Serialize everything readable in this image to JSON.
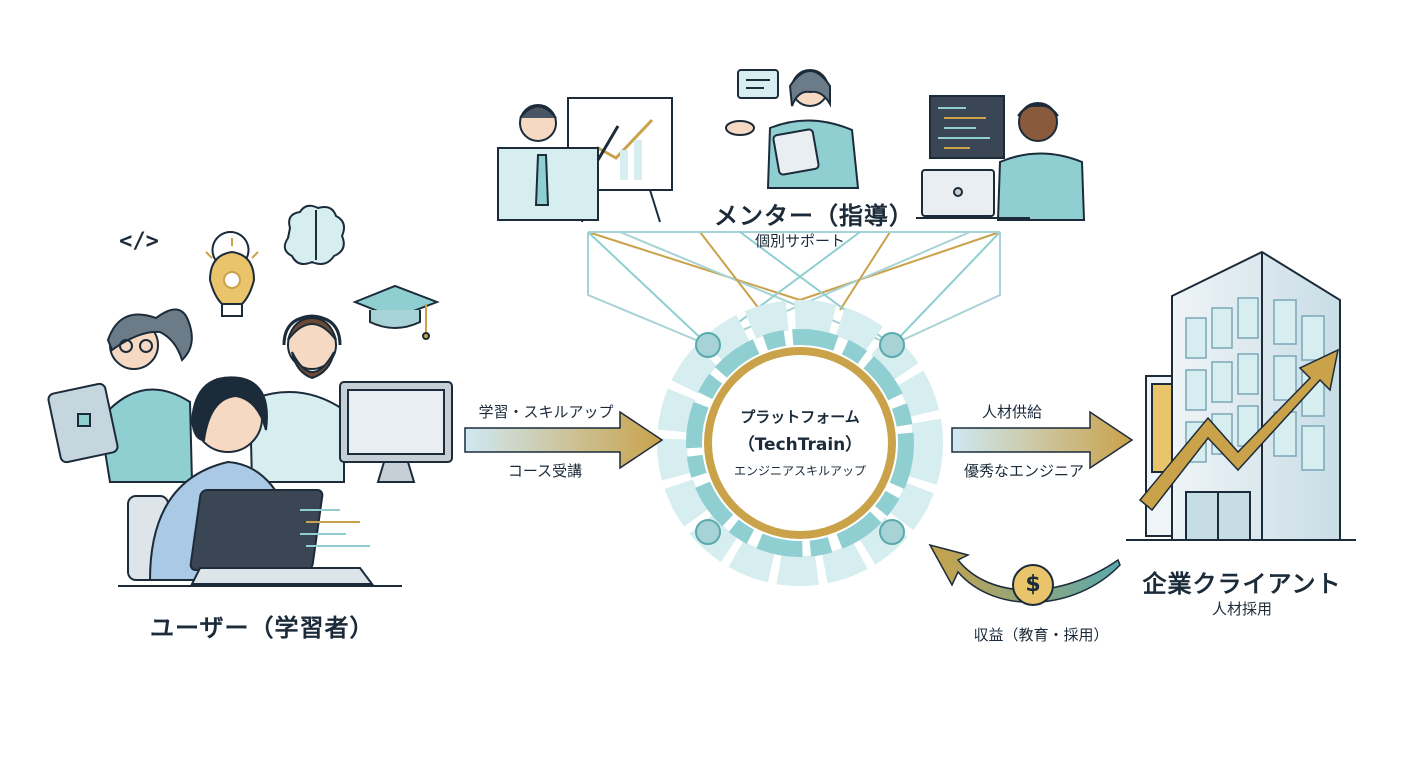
{
  "mentor": {
    "title": "メンター（指導）",
    "subtitle": "個別サポート"
  },
  "user": {
    "title": "ユーザー（学習者）",
    "icon_code": "</>"
  },
  "platform": {
    "line1": "プラットフォーム",
    "line2": "（TechTrain）",
    "line3": "エンジニアスキルアップ"
  },
  "arrow_left": {
    "top": "学習・スキルアップ",
    "bottom": "コース受講"
  },
  "arrow_right": {
    "top": "人材供給",
    "bottom": "優秀なエンジニア"
  },
  "client": {
    "title": "企業クライアント",
    "subtitle": "人材採用"
  },
  "revenue": {
    "label": "収益（教育・採用）",
    "coin": "$"
  },
  "colors": {
    "navy": "#1c2b3a",
    "teal": "#8fcfd1",
    "teal_dark": "#5aa9ad",
    "gold": "#c9a24a",
    "light_teal": "#d6eef0",
    "skin": "#f6d9c2"
  }
}
